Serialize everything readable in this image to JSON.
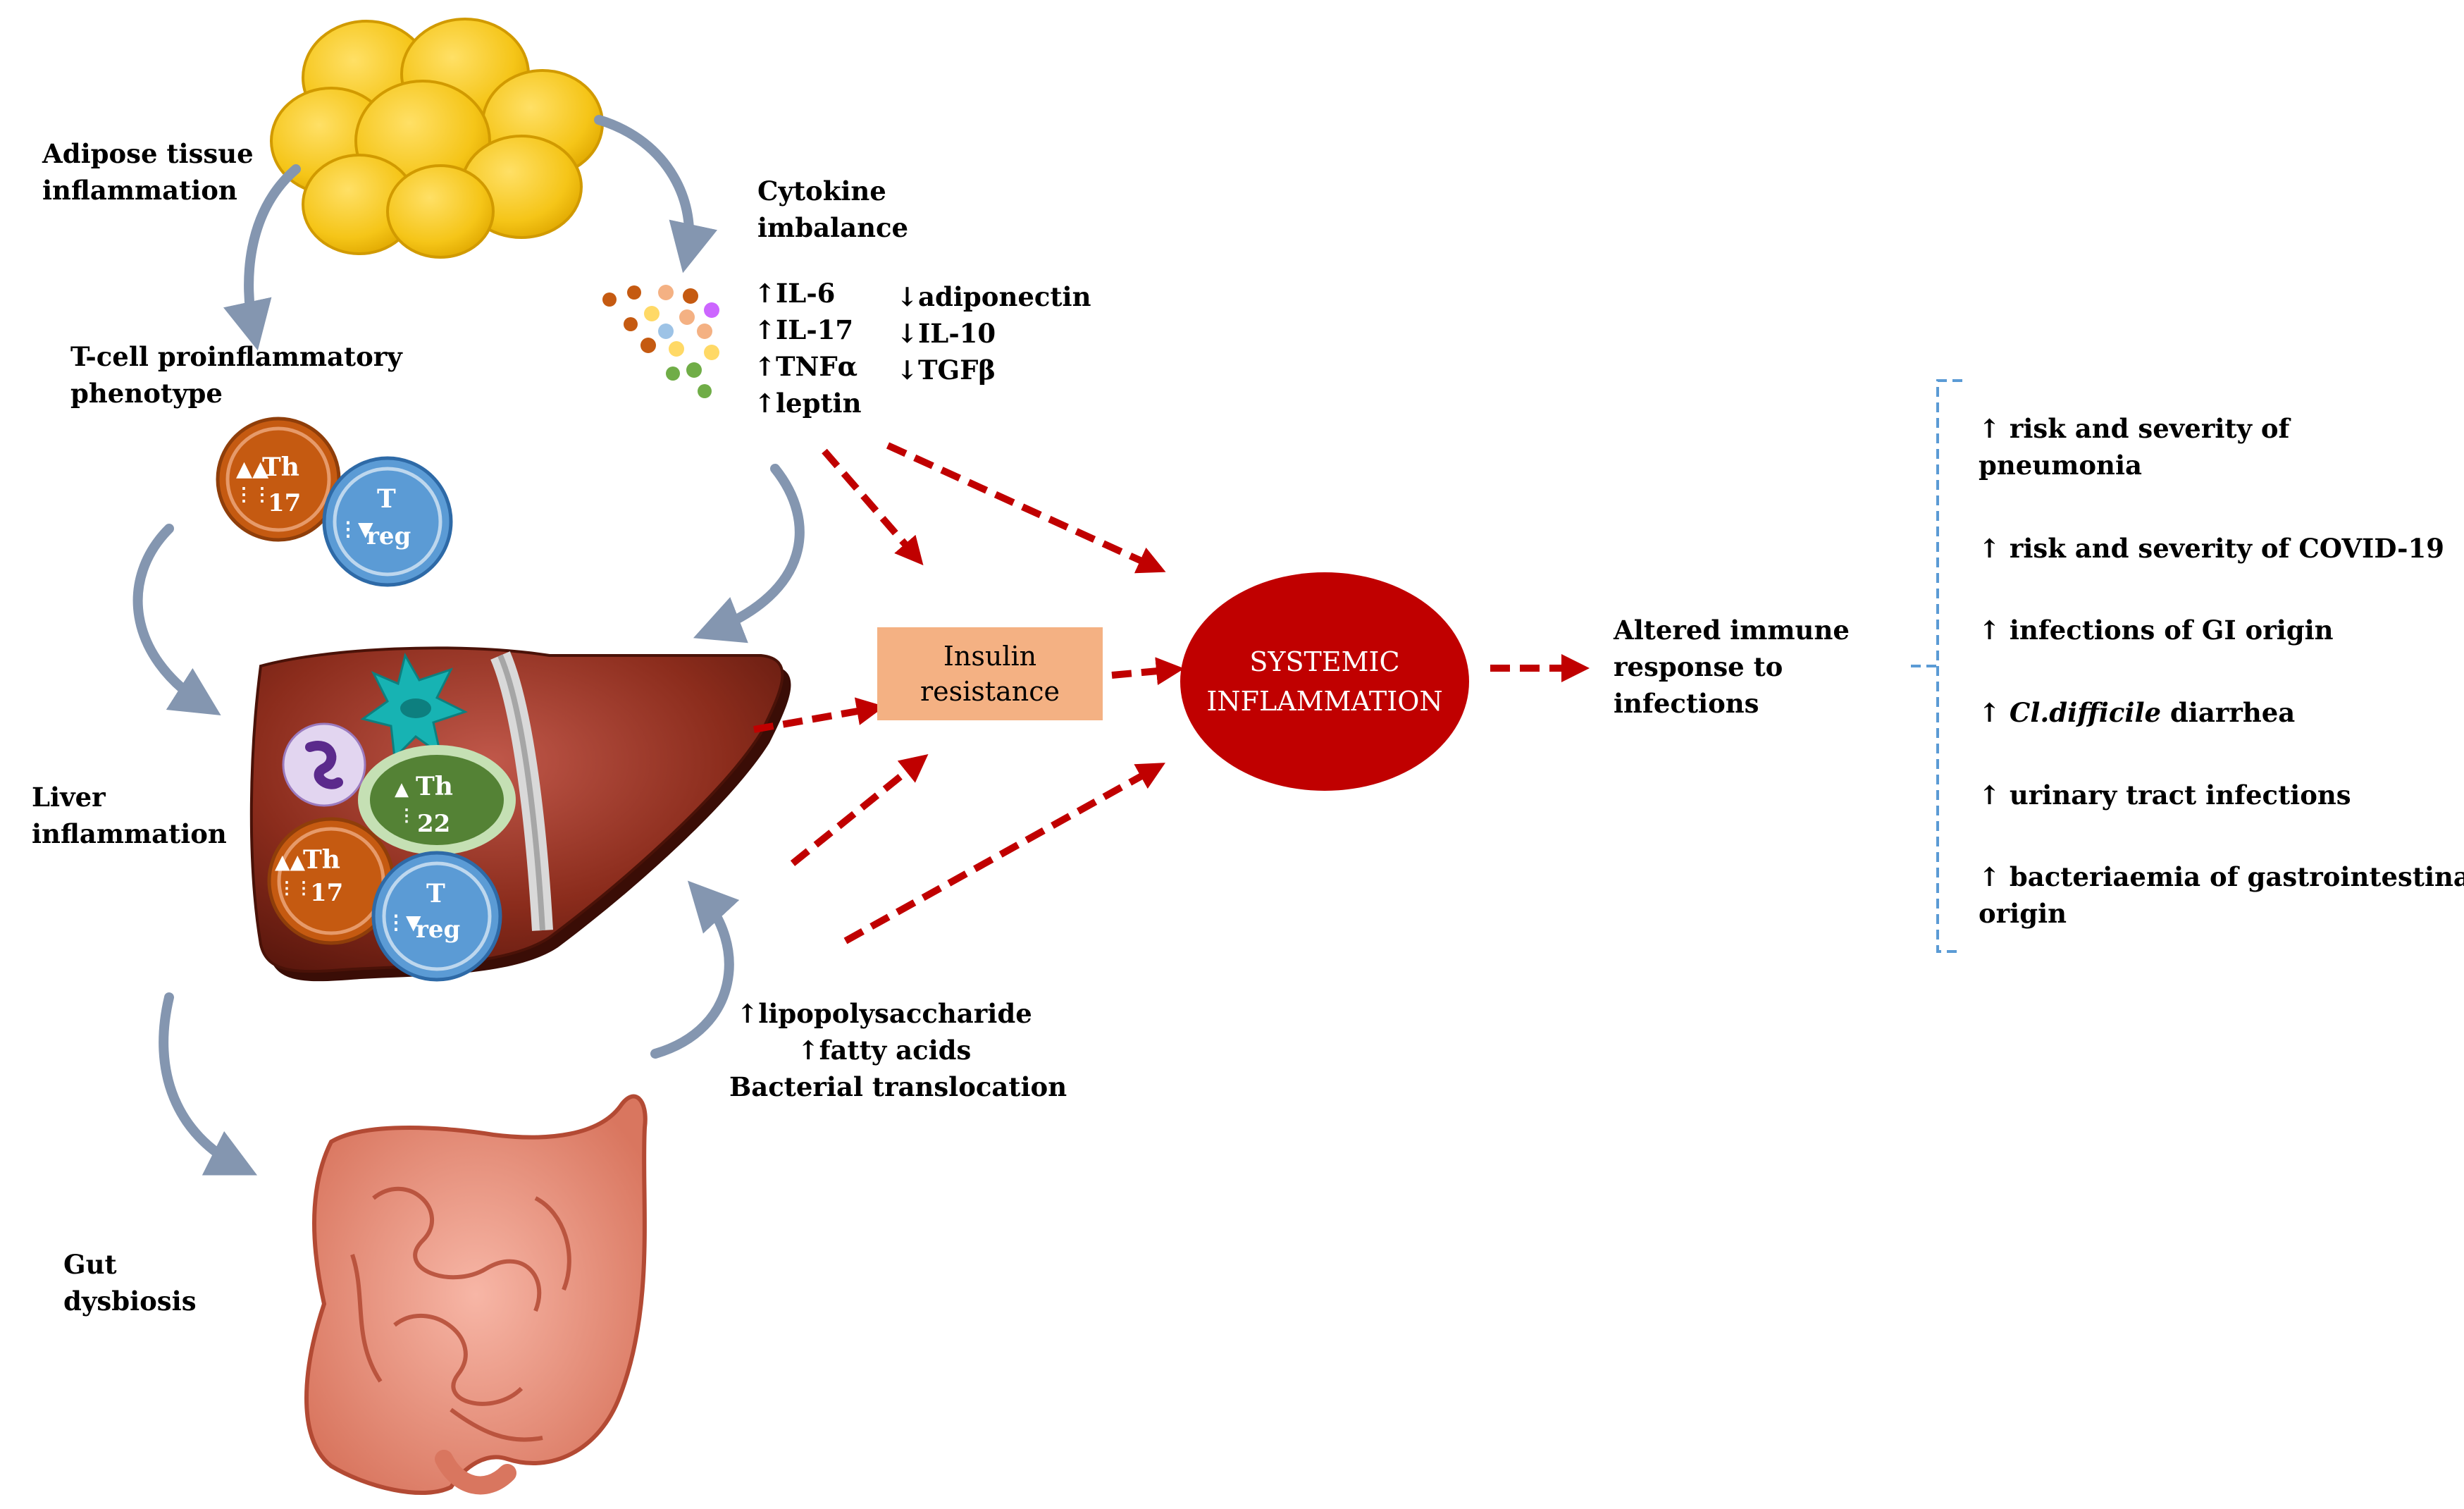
{
  "labels": {
    "adipose": [
      "Adipose tissue",
      "inflammation"
    ],
    "cytokine": [
      "Cytokine",
      "imbalance"
    ],
    "tcell": [
      "T-cell proinflammatory",
      "phenotype"
    ],
    "liver": [
      "Liver",
      "inflammation"
    ],
    "gut": [
      "Gut",
      "dysbiosis"
    ],
    "altered": [
      "Altered immune",
      "response to",
      "infections"
    ]
  },
  "cytokines_up": [
    "↑IL-6",
    "↑IL-17",
    "↑TNFα",
    "↑leptin"
  ],
  "cytokines_down": [
    "↓adiponectin",
    "↓IL-10",
    "↓TGFβ"
  ],
  "gut_factors": [
    "↑lipopolysaccharide",
    "↑fatty acids",
    "Bacterial translocation"
  ],
  "insulin_resistance": [
    "Insulin",
    "resistance"
  ],
  "systemic_inflammation": [
    "SYSTEMIC",
    "INFLAMMATION"
  ],
  "cells": {
    "th17_text": "Th",
    "th17_num": "17",
    "treg_text": "T",
    "treg_sub": "reg",
    "th22_text": "Th",
    "th22_num": "22"
  },
  "outcomes": {
    "o1": [
      "↑ risk and severity of",
      "pneumonia"
    ],
    "o2": "↑ risk and severity of COVID-19",
    "o3": "↑ infections of GI origin",
    "o4_prefix": "↑ ",
    "o4_italic": "Cl.difficile",
    "o4_suffix": " diarrhea",
    "o5": "↑ urinary tract infections",
    "o6": [
      "↑ bacteriaemia of gastrointestinal",
      "origin"
    ]
  },
  "colors": {
    "arrow_red": "#c00000",
    "systemic_fill": "#c00000",
    "insulin_fill": "#f4b183",
    "th17": "#c55a11",
    "treg": "#5b9bd5",
    "th22": "#548235",
    "liver": "#8b2c1c",
    "adipose": "#f5c518",
    "bracket": "#5b9bd5",
    "curve_arrow": "#8496b0"
  }
}
